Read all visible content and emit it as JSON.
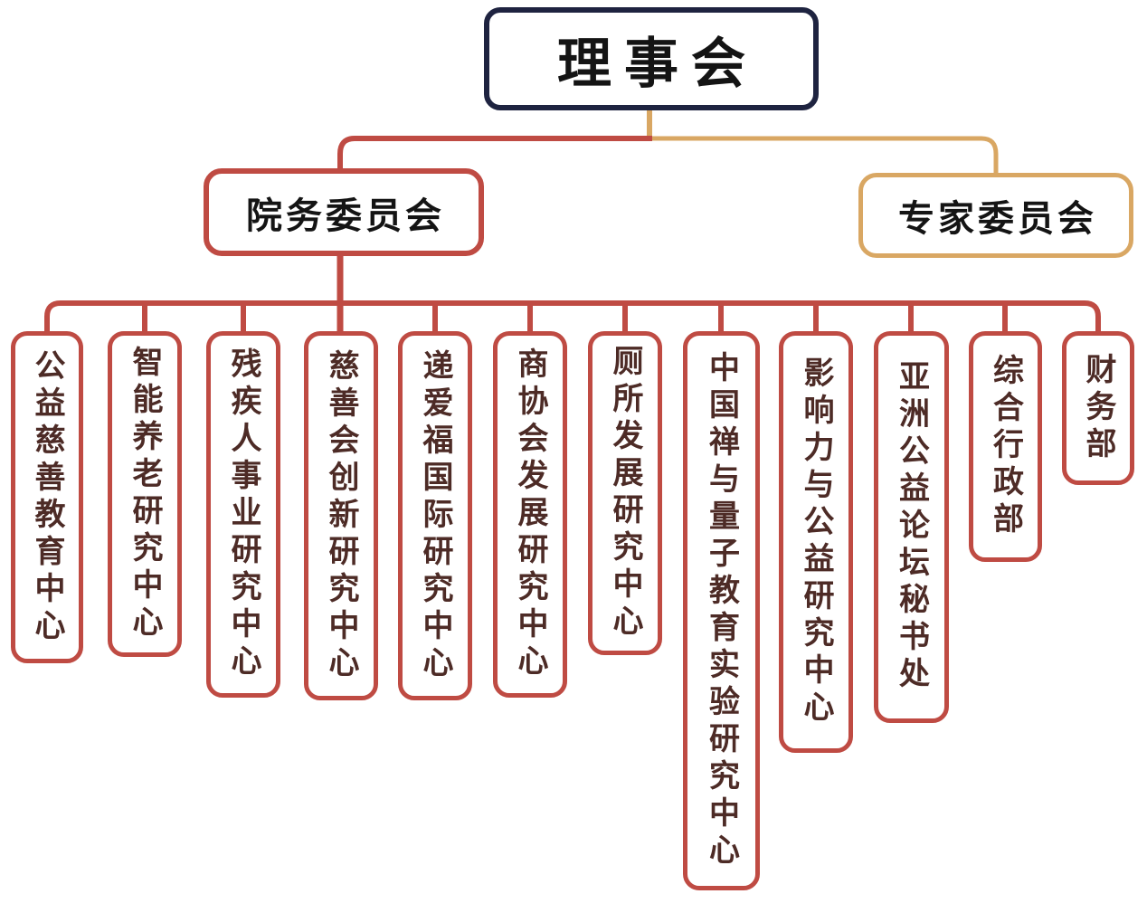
{
  "colors": {
    "navy": "#1e2340",
    "red": "#bf4b43",
    "gold": "#d9a763",
    "ink": "#141414",
    "brown": "#4d2b26",
    "bg": "#ffffff"
  },
  "tree": {
    "root": {
      "label": "理事会"
    },
    "committees": [
      {
        "label": "院务委员会",
        "accent": "red"
      },
      {
        "label": "专家委员会",
        "accent": "gold"
      }
    ],
    "departments": [
      {
        "label": "公益慈善教育中心"
      },
      {
        "label": "智能养老研究中心"
      },
      {
        "label": "残疾人事业研究中心"
      },
      {
        "label": "慈善会创新研究中心"
      },
      {
        "label": "递爱福国际研究中心"
      },
      {
        "label": "商协会发展研究中心"
      },
      {
        "label": "厕所发展研究中心"
      },
      {
        "label": "中国禅与量子教育实验研究中心"
      },
      {
        "label": "影响力与公益研究中心"
      },
      {
        "label": "亚洲公益论坛秘书处"
      },
      {
        "label": "综合行政部"
      },
      {
        "label": "财务部"
      }
    ]
  }
}
